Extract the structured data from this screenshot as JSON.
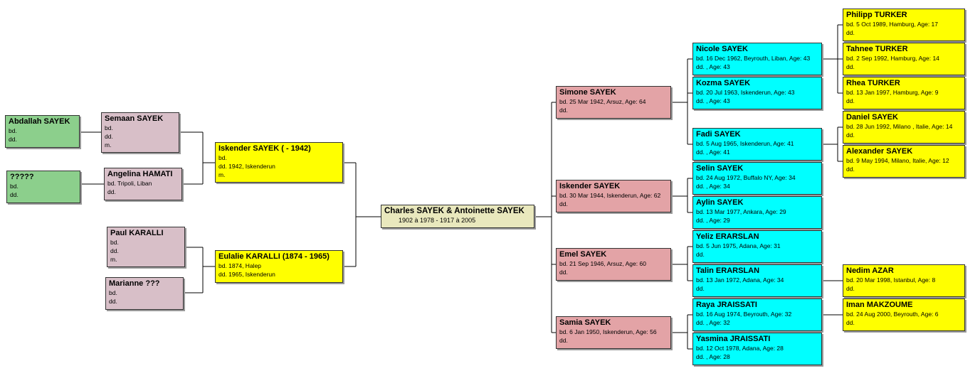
{
  "persons": {
    "abdallah": {
      "name": "Abdallah SAYEK",
      "lines": [
        "bd.",
        "dd."
      ]
    },
    "unknown": {
      "name": "?????",
      "lines": [
        "bd.",
        "dd."
      ]
    },
    "semaan": {
      "name": "Semaan SAYEK",
      "lines": [
        "bd.",
        "dd.",
        "m."
      ]
    },
    "angelina": {
      "name": "Angelina HAMATI",
      "lines": [
        "bd. Tripoli, Liban",
        "dd."
      ]
    },
    "paul": {
      "name": "Paul KARALLI",
      "lines": [
        "bd.",
        "dd.",
        "m."
      ]
    },
    "marianne": {
      "name": "Marianne ???",
      "lines": [
        "bd.",
        "dd."
      ]
    },
    "iskender_sr": {
      "name": "Iskender SAYEK ( - 1942)",
      "lines": [
        "bd.",
        "dd. 1942, Iskenderun",
        "m."
      ]
    },
    "eulalie": {
      "name": "Eulalie KARALLI (1874 - 1965)",
      "lines": [
        "bd. 1874, Halep",
        "dd. 1965, Iskenderun"
      ]
    },
    "charles": {
      "name": "Charles SAYEK & Antoinette SAYEK",
      "lines": [
        "1902 à 1978     -    1917  à 2005"
      ]
    },
    "simone": {
      "name": "Simone SAYEK",
      "lines": [
        "bd. 25 Mar 1942, Arsuz, Age: 64",
        "dd."
      ]
    },
    "iskender_jr": {
      "name": "Iskender SAYEK",
      "lines": [
        "bd. 30 Mar 1944, Iskenderun, Age: 62",
        "dd."
      ]
    },
    "emel": {
      "name": "Emel SAYEK",
      "lines": [
        "bd. 21 Sep 1946, Arsuz, Age: 60",
        "dd."
      ]
    },
    "samia": {
      "name": "Samia SAYEK",
      "lines": [
        "bd. 6 Jan 1950, Iskenderun, Age: 56",
        "dd."
      ]
    },
    "nicole": {
      "name": "Nicole SAYEK",
      "lines": [
        "bd. 16 Dec 1962, Beyrouth, Liban, Age: 43",
        "dd. , Age: 43"
      ]
    },
    "kozma": {
      "name": "Kozma SAYEK",
      "lines": [
        "bd. 20 Jul 1963, Iskenderun, Age: 43",
        "dd. , Age: 43"
      ]
    },
    "fadi": {
      "name": "Fadi SAYEK",
      "lines": [
        "bd. 5 Aug 1965, Iskenderun, Age: 41",
        "dd. , Age: 41"
      ]
    },
    "selin": {
      "name": "Selin SAYEK",
      "lines": [
        "bd. 24 Aug 1972, Buffalo NY, Age: 34",
        "dd. , Age: 34"
      ]
    },
    "aylin": {
      "name": "Aylin SAYEK",
      "lines": [
        "bd. 13 Mar 1977, Ankara, Age: 29",
        "dd. , Age: 29"
      ]
    },
    "yeliz": {
      "name": "Yeliz ERARSLAN",
      "lines": [
        "bd. 5 Jun 1975, Adana, Age: 31",
        "dd."
      ]
    },
    "talin": {
      "name": "Talin ERARSLAN",
      "lines": [
        "bd. 13 Jan 1972, Adana, Age: 34",
        "dd."
      ]
    },
    "raya": {
      "name": "Raya JRAISSATI",
      "lines": [
        "bd. 16 Aug 1974, Beyrouth, Age: 32",
        "dd. , Age: 32"
      ]
    },
    "yasmina": {
      "name": "Yasmina JRAISSATI",
      "lines": [
        "bd. 12 Oct 1978, Adana, Age: 28",
        "dd. , Age: 28"
      ]
    },
    "philipp": {
      "name": "Philipp TURKER",
      "lines": [
        "bd. 5 Oct 1989, Hamburg, Age: 17",
        "dd."
      ]
    },
    "tahnee": {
      "name": "Tahnee TURKER",
      "lines": [
        "bd. 2 Sep 1992, Hamburg, Age: 14",
        "dd."
      ]
    },
    "rhea": {
      "name": "Rhea TURKER",
      "lines": [
        "bd. 13 Jan 1997, Hamburg, Age: 9",
        "dd."
      ]
    },
    "daniel": {
      "name": "Daniel SAYEK",
      "lines": [
        "bd. 28 Jun 1992, Milano , Italie, Age: 14",
        "dd."
      ]
    },
    "alexander": {
      "name": "Alexander SAYEK",
      "lines": [
        "bd. 9 May 1994, Milano, Italie, Age: 12",
        "dd."
      ]
    },
    "nedim": {
      "name": "Nedim AZAR",
      "lines": [
        "bd. 20 Mar 1998, Istanbul, Age: 8",
        "dd."
      ]
    },
    "iman": {
      "name": "Iman MAKZOUME",
      "lines": [
        "bd. 24 Aug 2000, Beyrouth, Age: 6",
        "dd."
      ]
    }
  },
  "colors": {
    "great_grandparents": "#8ccf8c",
    "grandparents": "#d8bfc8",
    "parents": "#ffff00",
    "root_couple": "#e9e8bd",
    "children": "#e3a3a6",
    "grandchildren": "#00ffff",
    "great_grandchildren": "#ffff00",
    "connector": "#000000"
  }
}
